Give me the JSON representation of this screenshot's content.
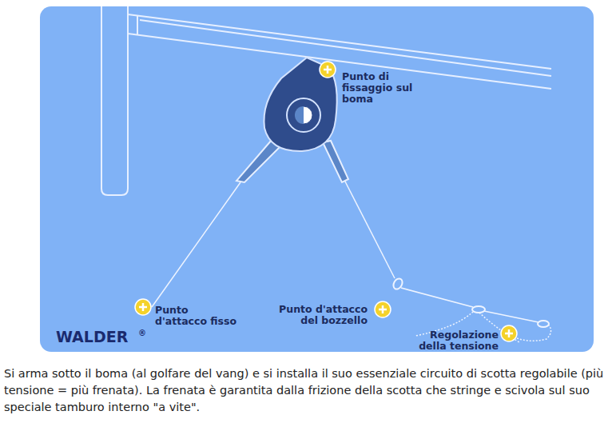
{
  "diagram": {
    "caption": "Si arma sotto il boma (al golfare del vang) e si installa il suo essenziale circuito di scotta regolabile (più tensione = più frenata). La frenata è garantita dalla frizione della scotta che stringe e scivola sul suo speciale tamburo interno \"a vite\".",
    "labels": [
      "Punto di fissaggio sul boma",
      "Punto d'attacco fisso",
      "Punto d'attacco del bozzello",
      "Regolazione della tensione",
      "WALDER",
      "®"
    ]
  }
}
